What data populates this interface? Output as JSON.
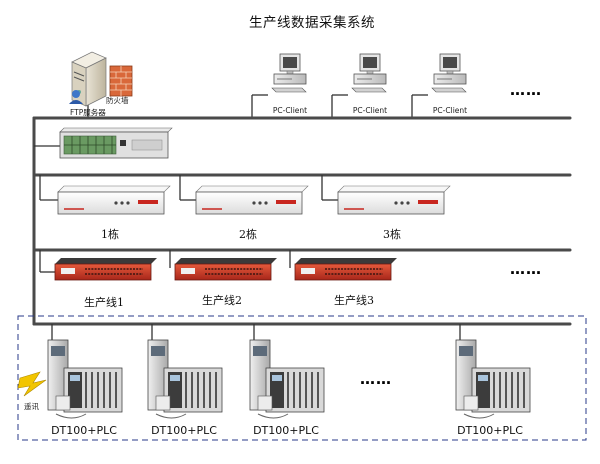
{
  "title": "生产线数据采集系统",
  "ftp_server": {
    "label": "FTP服务器"
  },
  "firewall": {
    "label": "防火墙"
  },
  "clients": [
    "PC-Client",
    "PC-Client",
    "PC-Client"
  ],
  "buildings": [
    "1栋",
    "2栋",
    "3栋"
  ],
  "lines": [
    "生产线1",
    "生产线2",
    "生产线3"
  ],
  "devices": [
    "DT100+PLC",
    "DT100+PLC",
    "DT100+PLC",
    "DT100+PLC"
  ],
  "remote": {
    "label": "遥讯"
  },
  "ellipsis": "……",
  "colors": {
    "bus": "#4a4a4a",
    "switch_red": "#c6301f",
    "router_body": "#f3f3f3",
    "frame_dash": "#2a3a8a",
    "lightning": "#f2c500"
  },
  "icons": [
    "server-icon",
    "firewall-icon",
    "pc-client-icon",
    "core-switch-icon",
    "router-icon",
    "switch-icon",
    "plc-icon",
    "lightning-icon"
  ]
}
